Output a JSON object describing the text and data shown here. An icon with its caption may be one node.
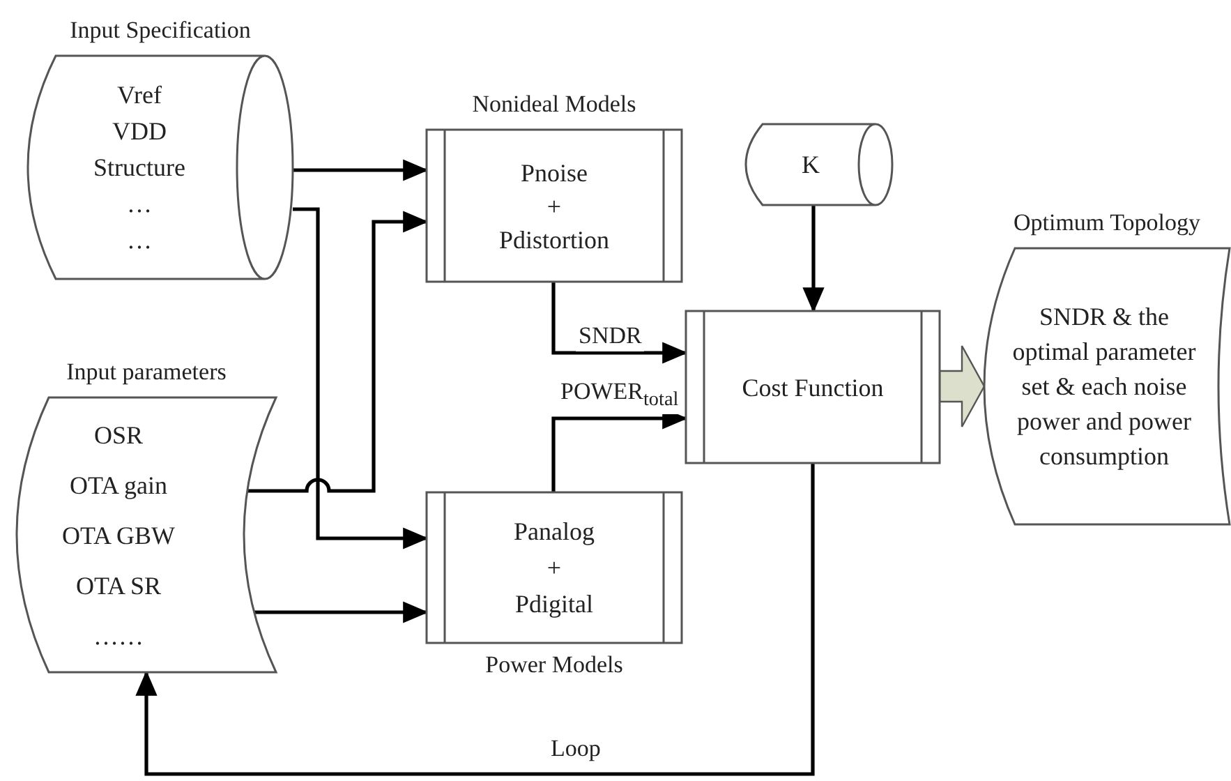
{
  "diagram": {
    "nodes": [
      {
        "text": [
          "Input Specification",
          "Vref",
          "VDD",
          "Structure",
          "…",
          "…"
        ]
      },
      {
        "text": [
          "Input parameters",
          "OSR",
          "OTA gain",
          "OTA GBW",
          "OTA SR",
          "……"
        ]
      },
      {
        "text": [
          "Nonideal Models",
          "Pnoise",
          "+",
          "Pdistortion"
        ]
      },
      {
        "text": [
          "Panalog",
          "+",
          "Pdigital",
          "Power Models"
        ]
      },
      {
        "text": [
          "K"
        ]
      },
      {
        "text": [
          "Cost Function"
        ]
      },
      {
        "text": [
          "Optimum Topology",
          "SNDR & the optimal parameter set & each noise power and power consumption"
        ]
      }
    ],
    "edges": [
      {
        "from": 0,
        "to": 2,
        "arrow": "to"
      },
      {
        "from": 0,
        "to": 3,
        "arrow": "to"
      },
      {
        "from": 1,
        "to": 2,
        "arrow": "to"
      },
      {
        "from": 1,
        "to": 3,
        "arrow": "to"
      },
      {
        "from": 2,
        "to": 5,
        "arrow": "to",
        "label": "SNDR"
      },
      {
        "from": 3,
        "to": 5,
        "arrow": "to",
        "label": "POWER$_{total}$"
      },
      {
        "from": 4,
        "to": 5,
        "arrow": "to"
      },
      {
        "from": 5,
        "to": 6,
        "arrow": "to",
        "style": "thick",
        "color": "#dcdfcb"
      },
      {
        "from": 5,
        "to": 1,
        "arrow": "to",
        "label": "Loop"
      }
    ]
  }
}
